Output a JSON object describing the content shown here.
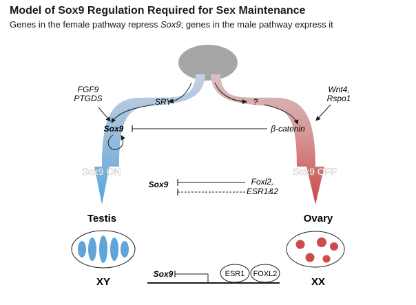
{
  "title": "Model of Sox9 Regulation Required for Sex Maintenance",
  "subtitle": {
    "part1": "Genes in the female pathway repress ",
    "gene": "Sox9",
    "part2": "; genes in the male pathway express it"
  },
  "diagram": {
    "left_factors": [
      "FGF9",
      "PTGDS"
    ],
    "right_factors": [
      "Wnt4,",
      "Rspo1"
    ],
    "sry_label": "SRY",
    "unknown_label": "?",
    "sox9_node": "Sox9",
    "beta_catenin": "β-catenin",
    "sox9_on": "Sox9 ON",
    "sox9_off": "Sox9 OFF",
    "middle_sox9": "Sox9",
    "middle_repressors": [
      "Foxl2,",
      "ESR1&2"
    ],
    "testis_label": "Testis",
    "ovary_label": "Ovary",
    "xy_label": "XY",
    "xx_label": "XX",
    "gene_label": "Sox9",
    "esr1_label": "ESR1",
    "foxl2_label": "FOXL2"
  },
  "colors": {
    "male_blue": "#5fa5d8",
    "female_red": "#cf4a4a",
    "gonad_gray": "#a6a6a6"
  }
}
